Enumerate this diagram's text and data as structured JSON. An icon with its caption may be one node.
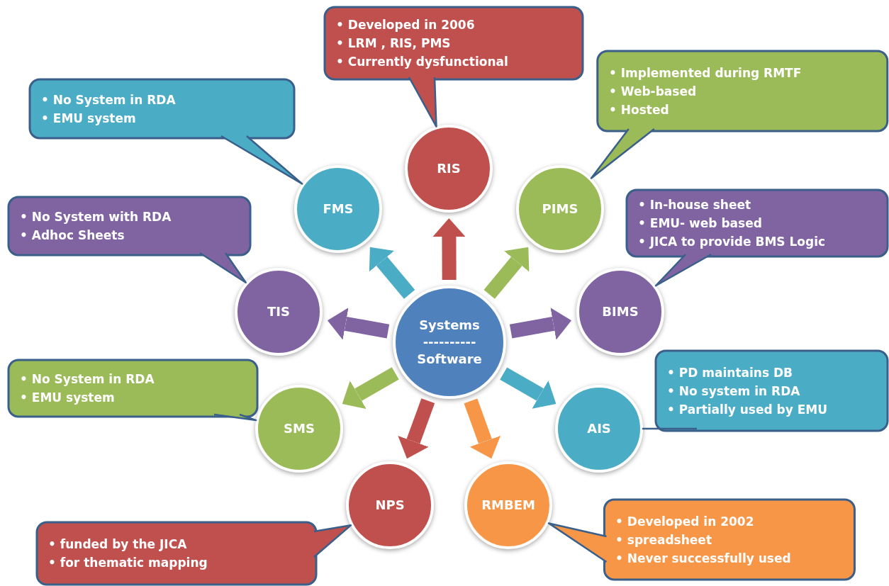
{
  "diagram": {
    "nodes": [
      {
        "text": [
          "Systems",
          "----------",
          "Software"
        ]
      },
      {
        "text": [
          "RIS"
        ]
      },
      {
        "text": [
          "PIMS"
        ]
      },
      {
        "text": [
          "BIMS"
        ]
      },
      {
        "text": [
          "AIS"
        ]
      },
      {
        "text": [
          "RMBEM"
        ]
      },
      {
        "text": [
          "NPS"
        ]
      },
      {
        "text": [
          "SMS"
        ]
      },
      {
        "text": [
          "TIS"
        ]
      },
      {
        "text": [
          "FMS"
        ]
      },
      {
        "text": [
          "• Developed in 2006",
          "• LRM , RIS, PMS",
          "• Currently dysfunctional"
        ]
      },
      {
        "text": [
          "• Implemented during RMTF",
          "• Web-based",
          "• Hosted"
        ]
      },
      {
        "text": [
          "• In-house sheet",
          "• EMU- web based",
          "• JICA to provide BMS Logic"
        ]
      },
      {
        "text": [
          "• PD maintains DB",
          "• No system in  RDA",
          "• Partially used by EMU"
        ]
      },
      {
        "text": [
          "• Developed in 2002",
          "• spreadsheet",
          "• Never successfully used"
        ]
      },
      {
        "text": [
          "• funded by the JICA",
          "• for thematic mapping"
        ]
      },
      {
        "text": [
          "• No System in RDA",
          "• EMU system"
        ]
      },
      {
        "text": [
          "• No System with RDA",
          "• Adhoc Sheets"
        ]
      },
      {
        "text": [
          "•  No System in RDA",
          "• EMU system"
        ]
      }
    ],
    "edges": [
      {
        "from": 0,
        "to": 1,
        "arrow": "to",
        "color": "#c0504d"
      },
      {
        "from": 0,
        "to": 2,
        "arrow": "to",
        "color": "#9bbb59"
      },
      {
        "from": 0,
        "to": 3,
        "arrow": "to",
        "color": "#8064a2"
      },
      {
        "from": 0,
        "to": 4,
        "arrow": "to",
        "color": "#4bacc6"
      },
      {
        "from": 0,
        "to": 5,
        "arrow": "to",
        "color": "#f79646"
      },
      {
        "from": 0,
        "to": 6,
        "arrow": "to",
        "color": "#c0504d"
      },
      {
        "from": 0,
        "to": 7,
        "arrow": "to",
        "color": "#9bbb59"
      },
      {
        "from": 0,
        "to": 8,
        "arrow": "to",
        "color": "#8064a2"
      },
      {
        "from": 0,
        "to": 9,
        "arrow": "to",
        "color": "#4bacc6"
      }
    ]
  }
}
